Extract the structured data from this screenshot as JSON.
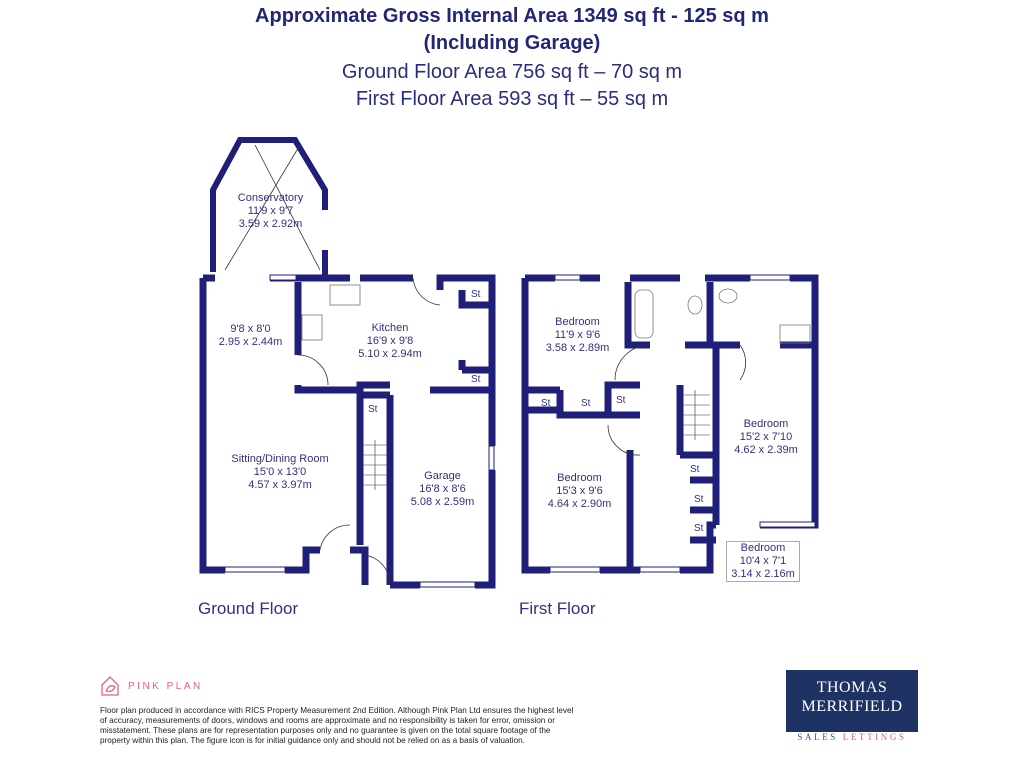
{
  "header": {
    "title_line1": "Approximate Gross Internal Area 1349 sq ft - 125 sq m",
    "title_line2": "(Including Garage)",
    "ground_area": "Ground Floor Area 756 sq ft – 70 sq m",
    "first_area": "First Floor Area 593 sq ft – 55 sq m"
  },
  "ground_floor": {
    "label": "Ground Floor",
    "rooms": [
      {
        "name": "Conservatory",
        "imperial": "11'9 x 9'7",
        "metric": "3.59 x 2.92m"
      },
      {
        "name": "",
        "imperial": "9'8 x 8'0",
        "metric": "2.95 x 2.44m"
      },
      {
        "name": "Kitchen",
        "imperial": "16'9 x 9'8",
        "metric": "5.10 x 2.94m"
      },
      {
        "name": "Sitting/Dining Room",
        "imperial": "15'0 x 13'0",
        "metric": "4.57 x 3.97m"
      },
      {
        "name": "Garage",
        "imperial": "16'8 x 8'6",
        "metric": "5.08 x 2.59m"
      }
    ],
    "storage": [
      "St",
      "St",
      "St"
    ]
  },
  "first_floor": {
    "label": "First Floor",
    "rooms": [
      {
        "name": "Bedroom",
        "imperial": "11'9 x 9'6",
        "metric": "3.58 x 2.89m"
      },
      {
        "name": "Bedroom",
        "imperial": "15'2 x 7'10",
        "metric": "4.62 x 2.39m"
      },
      {
        "name": "Bedroom",
        "imperial": "15'3 x 9'6",
        "metric": "4.64 x 2.90m"
      },
      {
        "name": "Bedroom",
        "imperial": "10'4 x 7'1",
        "metric": "3.14 x 2.16m"
      }
    ],
    "storage": [
      "St",
      "St",
      "St",
      "St",
      "St",
      "St"
    ]
  },
  "footer": {
    "pink_plan_brand": "PINK PLAN",
    "disclaimer": "Floor plan produced in accordance with RICS Property Measurement 2nd Edition. Although Pink Plan Ltd ensures the highest level of accuracy, measurements of doors, windows and rooms are approximate and no responsibility is taken for error, omission or misstatement. These plans are for representation purposes only and no guarantee is given on the total square footage of the property within this plan. The figure icon is for initial guidance only and should not be relied on as a basis of valuation.",
    "agent_line1": "THOMAS",
    "agent_line2": "MERRIFIELD",
    "agent_sales": "SALES",
    "agent_lettings": "LETTINGS"
  },
  "colors": {
    "wall": "#1f1f7a",
    "text": "#2f3280",
    "pink": "#e8607a",
    "agent_bg": "#1f3264"
  }
}
